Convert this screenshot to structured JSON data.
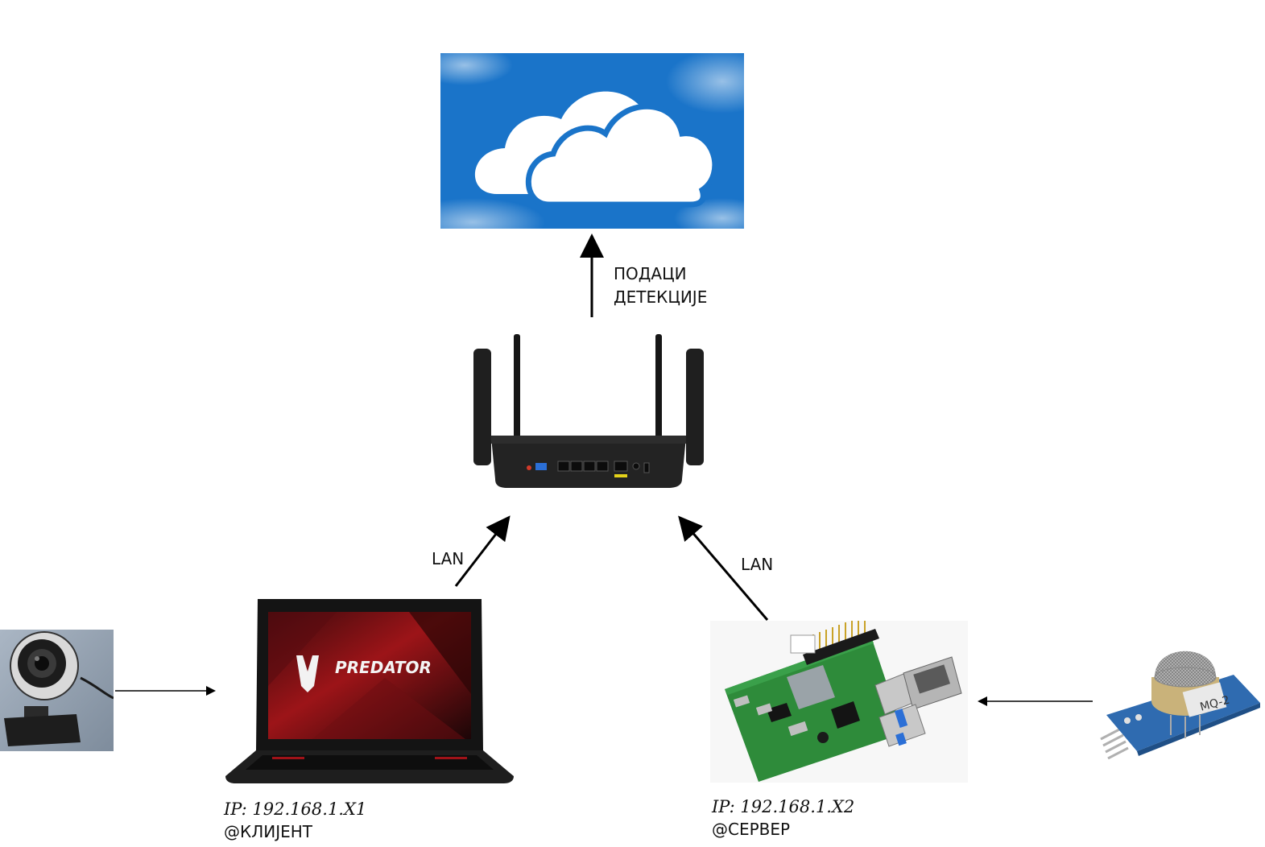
{
  "cloud": {
    "icon": "cloud-icon",
    "color": "#1a74c9"
  },
  "uplink": {
    "line1": "ПОДАЦИ",
    "line2": "ДЕТЕКЦИЈЕ"
  },
  "router": {
    "icon": "router-icon"
  },
  "client": {
    "image": "laptop-icon",
    "screen_brand": "PREDATOR",
    "ip": "IP: 192.168.1.X1",
    "role": "@КЛИЈЕНТ",
    "link_label": "LAN"
  },
  "server": {
    "image": "raspberry-pi-icon",
    "ip": "IP: 192.168.1.X2",
    "role": "@СЕРВЕР",
    "link_label": "LAN"
  },
  "webcam": {
    "icon": "webcam-icon"
  },
  "sensor": {
    "icon": "gas-sensor-icon",
    "marking": "MQ-2"
  }
}
